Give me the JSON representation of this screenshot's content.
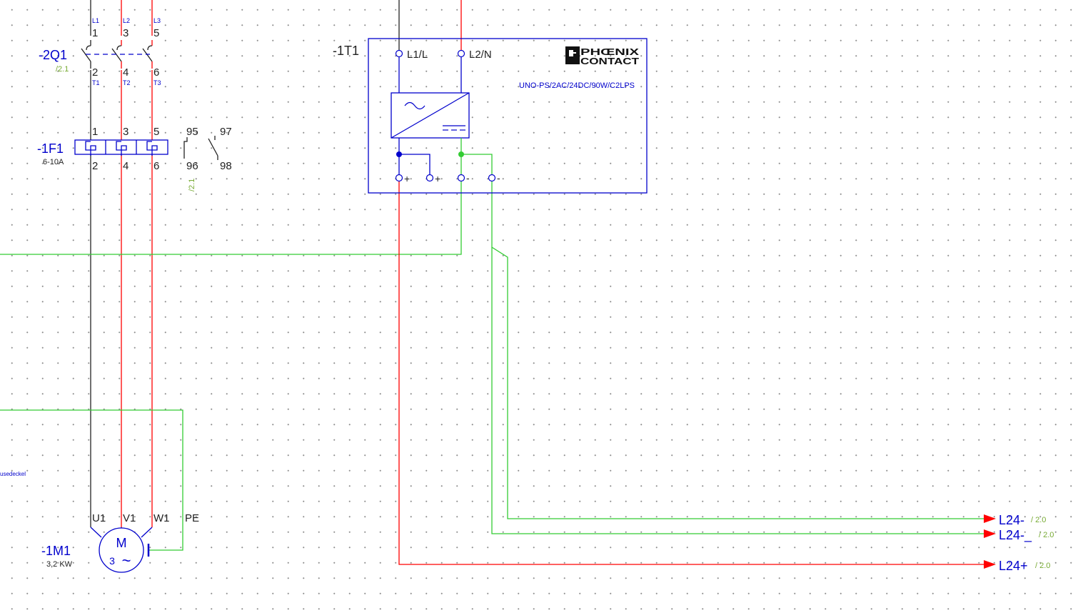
{
  "colors": {
    "blue": "#0000cc",
    "black": "#222222",
    "red": "#ff0000",
    "green": "#33cc33",
    "ref_green": "#77aa33",
    "grid_dot": "#8f8f8f"
  },
  "q1": {
    "tag": "-2Q1",
    "ref": "/2.1",
    "top_pins": [
      "1",
      "3",
      "5"
    ],
    "bottom_pins": [
      "2",
      "4",
      "6"
    ],
    "line_labels": [
      "L1",
      "L2",
      "L3"
    ],
    "terminal_labels": [
      "T1",
      "T2",
      "T3"
    ]
  },
  "f1": {
    "tag": "-1F1",
    "rating": "6-10A",
    "top_pins": [
      "1",
      "3",
      "5"
    ],
    "bottom_pins": [
      "2",
      "4",
      "6"
    ],
    "aux_top": [
      "95",
      "97"
    ],
    "aux_bottom": [
      "96",
      "98"
    ],
    "aux_ref": "/2.1"
  },
  "t1": {
    "tag": "-1T1",
    "input_l": "L1/L",
    "input_n": "L2/N",
    "brand": "PHOENIX CONTACT",
    "brand_top": "PHŒNIX",
    "brand_bottom": "CONTACT",
    "model": "UNO-PS/2AC/24DC/90W/C2LPS",
    "out_plus_1": "+",
    "out_plus_2": "+",
    "out_minus_1": "-",
    "out_minus_2": "-"
  },
  "m1": {
    "tag": "-1M1",
    "power": "3,2 KW",
    "motor_letter": "M",
    "motor_phase": "3",
    "motor_wave": "~",
    "pin_u": "U1",
    "pin_v": "V1",
    "pin_w": "W1",
    "pin_pe": "PE"
  },
  "side_note": "usedeckel",
  "outputs": [
    {
      "label": "L24-",
      "ref": "/ 2.0"
    },
    {
      "label": "L24-_",
      "ref": "/ 2.0"
    },
    {
      "label": "L24+",
      "ref": "/ 2.0"
    }
  ]
}
